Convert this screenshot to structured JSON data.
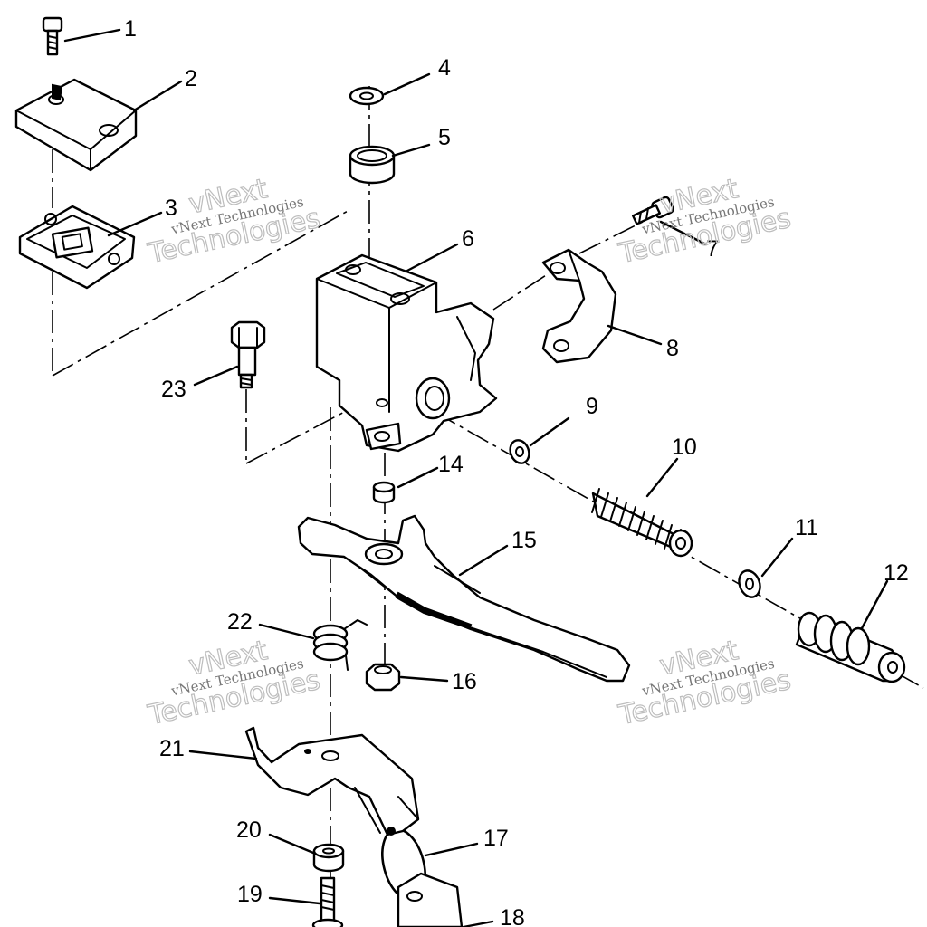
{
  "callouts": {
    "n1": "1",
    "n2": "2",
    "n3": "3",
    "n4": "4",
    "n5": "5",
    "n6": "6",
    "n7": "7",
    "n8": "8",
    "n9": "9",
    "n10": "10",
    "n11": "11",
    "n12": "12",
    "n14": "14",
    "n15": "15",
    "n16": "16",
    "n17": "17",
    "n18": "18",
    "n19": "19",
    "n20": "20",
    "n21": "21",
    "n22": "22",
    "n23": "23"
  },
  "watermark": {
    "brand": "vNext",
    "company": "Technologies",
    "full": "vNext Technologies"
  },
  "colors": {
    "ink": "#000000",
    "paper": "#ffffff",
    "watermark": "#bdbdbd"
  }
}
